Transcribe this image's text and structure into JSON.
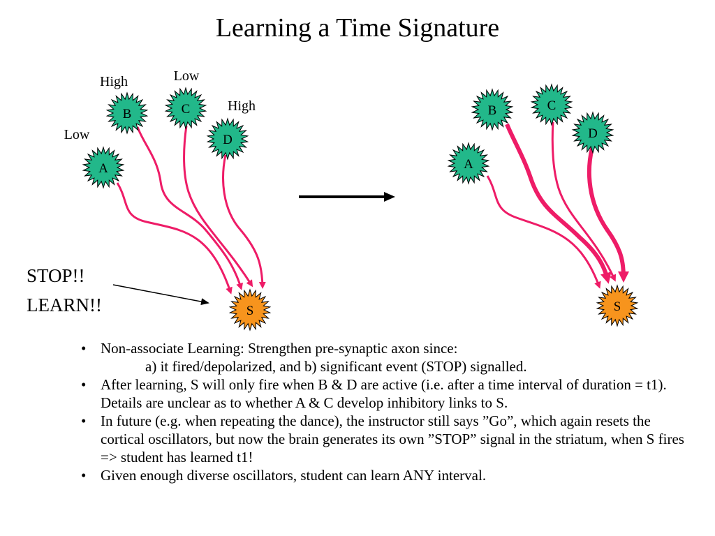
{
  "title": "Learning a Time Signature",
  "colors": {
    "neuron": "#22b88a",
    "target": "#f7941d",
    "synapse": "#ee1c67",
    "ink": "#000000"
  },
  "left": {
    "neurons": {
      "a": "A",
      "b": "B",
      "c": "C",
      "d": "D",
      "s": "S"
    },
    "weights": {
      "a": "Low",
      "b": "High",
      "c": "Low",
      "d": "High"
    },
    "stop_text": [
      "STOP!!",
      "LEARN!!"
    ]
  },
  "right": {
    "neurons": {
      "a": "A",
      "b": "B",
      "c": "C",
      "d": "D",
      "s": "S"
    }
  },
  "bullets": [
    {
      "text": "Non-associate Learning: Strengthen pre-synaptic axon since:",
      "sub": "a) it fired/depolarized, and b) significant event (STOP) signalled."
    },
    {
      "text": "After learning, S will only fire when B & D are active (i.e. after a time interval of duration = t1).  Details are unclear as to whether A & C develop inhibitory links to S."
    },
    {
      "text": "In future (e.g. when repeating the dance), the instructor still says ”Go”, which again resets the cortical oscillators, but now the brain generates its own ”STOP” signal in the striatum, when S fires => student has learned t1!"
    },
    {
      "text": "Given enough diverse oscillators, student can learn ANY interval."
    }
  ],
  "bullet_glyph": "•"
}
